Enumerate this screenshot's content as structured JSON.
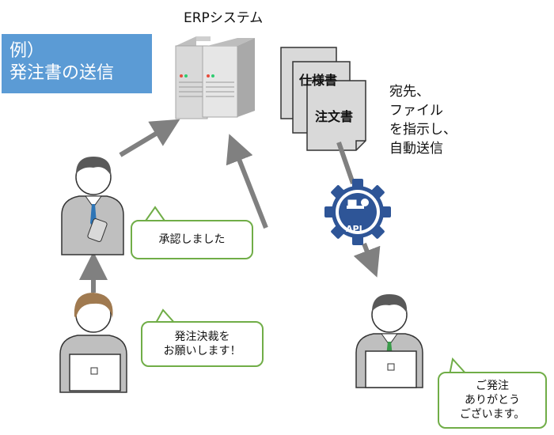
{
  "example_box": {
    "line1": "例）",
    "line2": "発注書の送信"
  },
  "erp_title": "ERPシステム",
  "documents": {
    "doc_back": "仕様書",
    "doc_front": "注文書"
  },
  "side_note": {
    "line1": "宛先、",
    "line2": "ファイル",
    "line3": "を指示し、",
    "line4": "自動送信"
  },
  "api": {
    "label": "API"
  },
  "bubbles": {
    "approve": "承認しました",
    "request_line1": "発注決裁を",
    "request_line2": "お願いします！",
    "thanks_line1": "ご発注",
    "thanks_line2": "ありがとう",
    "thanks_line3": "ございます。"
  },
  "colors": {
    "example_bg": "#5b9bd5",
    "bubble_border": "#70ad47",
    "arrow": "#808080",
    "api_blue": "#2e5597"
  }
}
